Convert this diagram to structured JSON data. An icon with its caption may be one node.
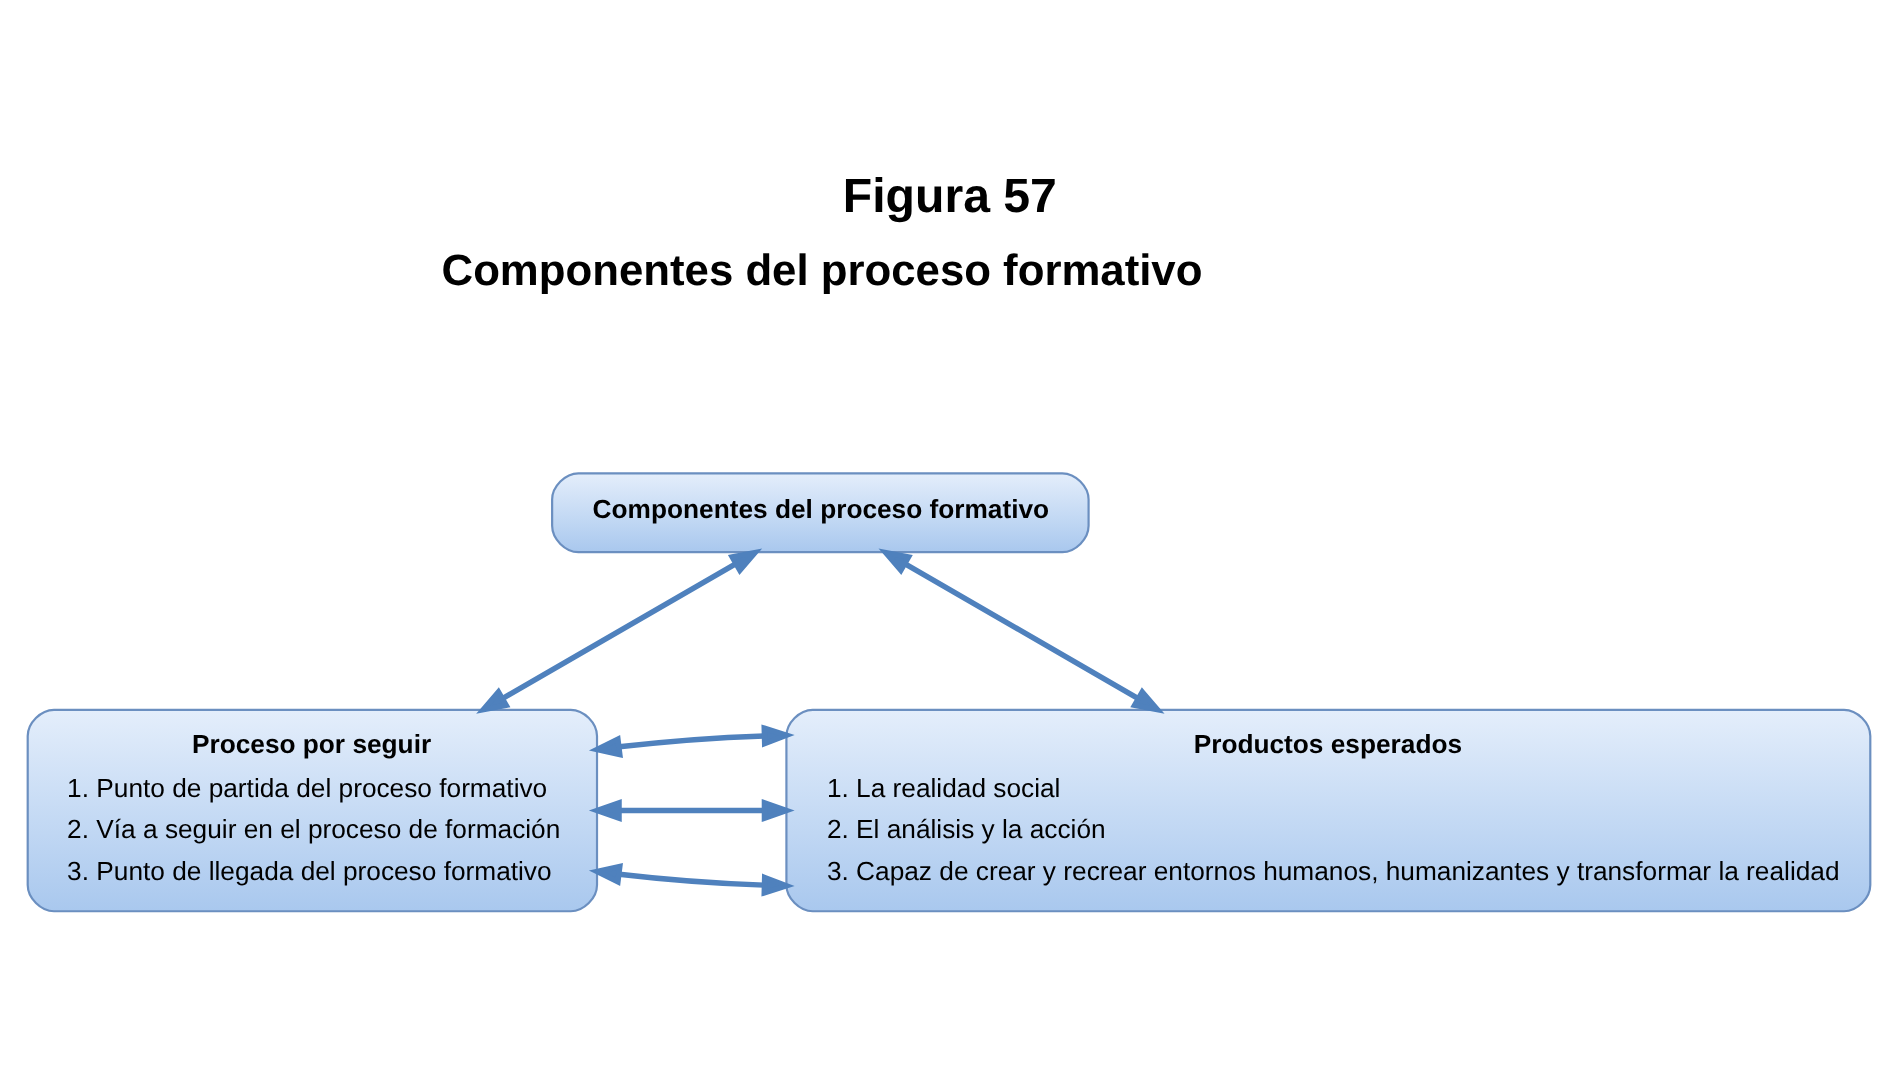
{
  "diagram": {
    "title": "Figura 57",
    "nodes": [
      {
        "text": [
          "Componentes del proceso formativo"
        ]
      },
      {
        "text": [
          "Proceso por seguir",
          "1. Punto de partida del proceso formativo",
          "2. Vía a seguir en el proceso de formación",
          "3. Punto de llegada del proceso formativo"
        ]
      },
      {
        "text": [
          "Productos esperados",
          "1. La realidad social",
          "2. El análisis y la acción",
          "3. Capaz de crear y recrear entornos humanos, humanizantes y transformar la realidad"
        ]
      }
    ],
    "edges": [
      {
        "from": 0,
        "to": 1,
        "arrow": "both"
      },
      {
        "from": 0,
        "to": 2,
        "arrow": "both"
      },
      {
        "from": 1,
        "to": 2,
        "arrow": "both"
      },
      {
        "from": 1,
        "to": 2,
        "arrow": "both"
      },
      {
        "from": 1,
        "to": 2,
        "arrow": "both"
      }
    ],
    "labels": [
      "Componentes del proceso formativo"
    ]
  }
}
